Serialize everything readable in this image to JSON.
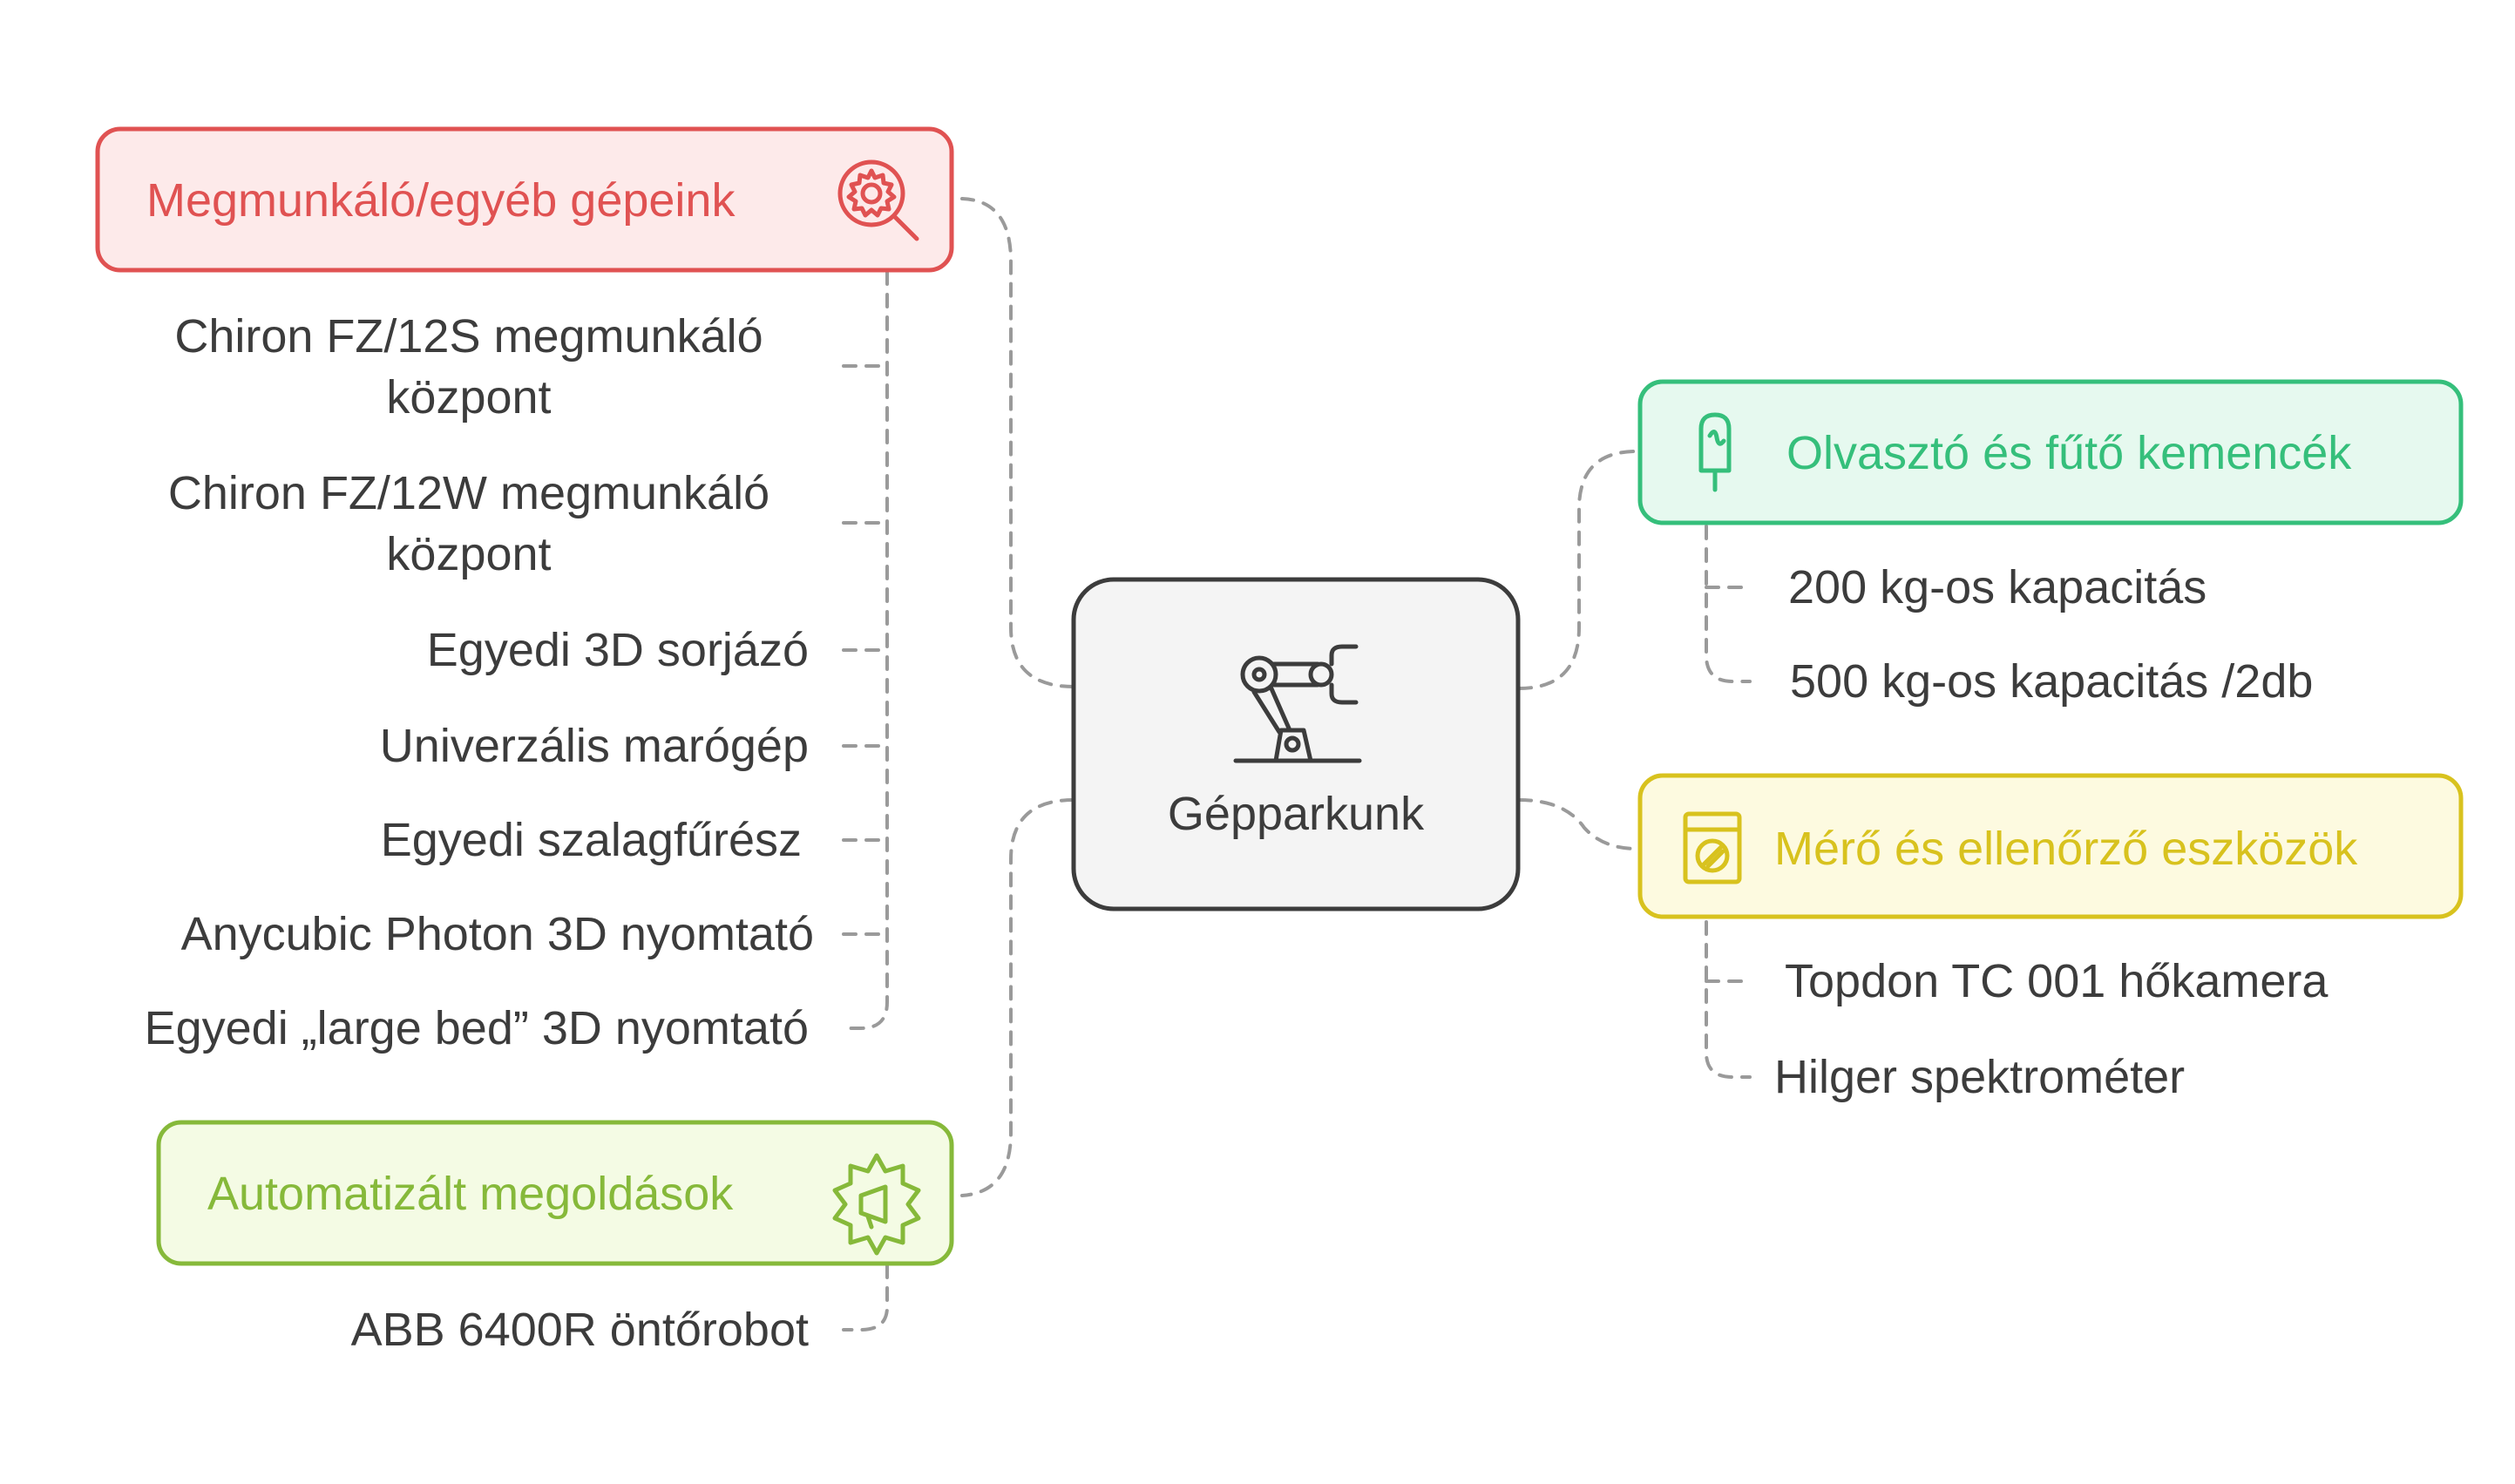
{
  "center": {
    "label": "Gépparkunk",
    "icon": "robot-arm-icon"
  },
  "branches": [
    {
      "id": "machining",
      "title": "Megmunkáló/egyéb gépeink",
      "icon": "gear-search-icon",
      "color": "#e05252",
      "fill": "#fdeaea",
      "items": [
        [
          "Chiron FZ/12S megmunkáló",
          "központ"
        ],
        [
          "Chiron FZ/12W megmunkáló",
          "központ"
        ],
        [
          "Egyedi 3D sorjázó"
        ],
        [
          "Univerzális marógép"
        ],
        [
          "Egyedi szalagfűrész"
        ],
        [
          "Anycubic Photon 3D nyomtató"
        ],
        [
          "Egyedi „large bed” 3D nyomtató"
        ]
      ]
    },
    {
      "id": "automation",
      "title": "Automatizált megoldások",
      "icon": "gear-megaphone-icon",
      "color": "#86b93a",
      "fill": "#f4fbe4",
      "items": [
        [
          "ABB 6400R öntőrobot"
        ]
      ]
    },
    {
      "id": "furnaces",
      "title": "Olvasztó és fűtő kemencék",
      "icon": "heating-element-icon",
      "color": "#35bf7b",
      "fill": "#e6f9ef",
      "items": [
        [
          "200 kg-os kapacitás"
        ],
        [
          "500 kg-os kapacitás /2db"
        ]
      ]
    },
    {
      "id": "measurement",
      "title": "Mérő és ellenőrző eszközök",
      "icon": "measuring-device-icon",
      "color": "#d8c21e",
      "fill": "#fdfae0",
      "items": [
        [
          "Topdon TC 001 hőkamera"
        ],
        [
          "Hilger spektrométer"
        ]
      ]
    }
  ],
  "colors": {
    "connector": "#9a9a9a",
    "text": "#3c3c3c",
    "center_fill": "#f4f4f4",
    "center_stroke": "#3c3c3c"
  }
}
